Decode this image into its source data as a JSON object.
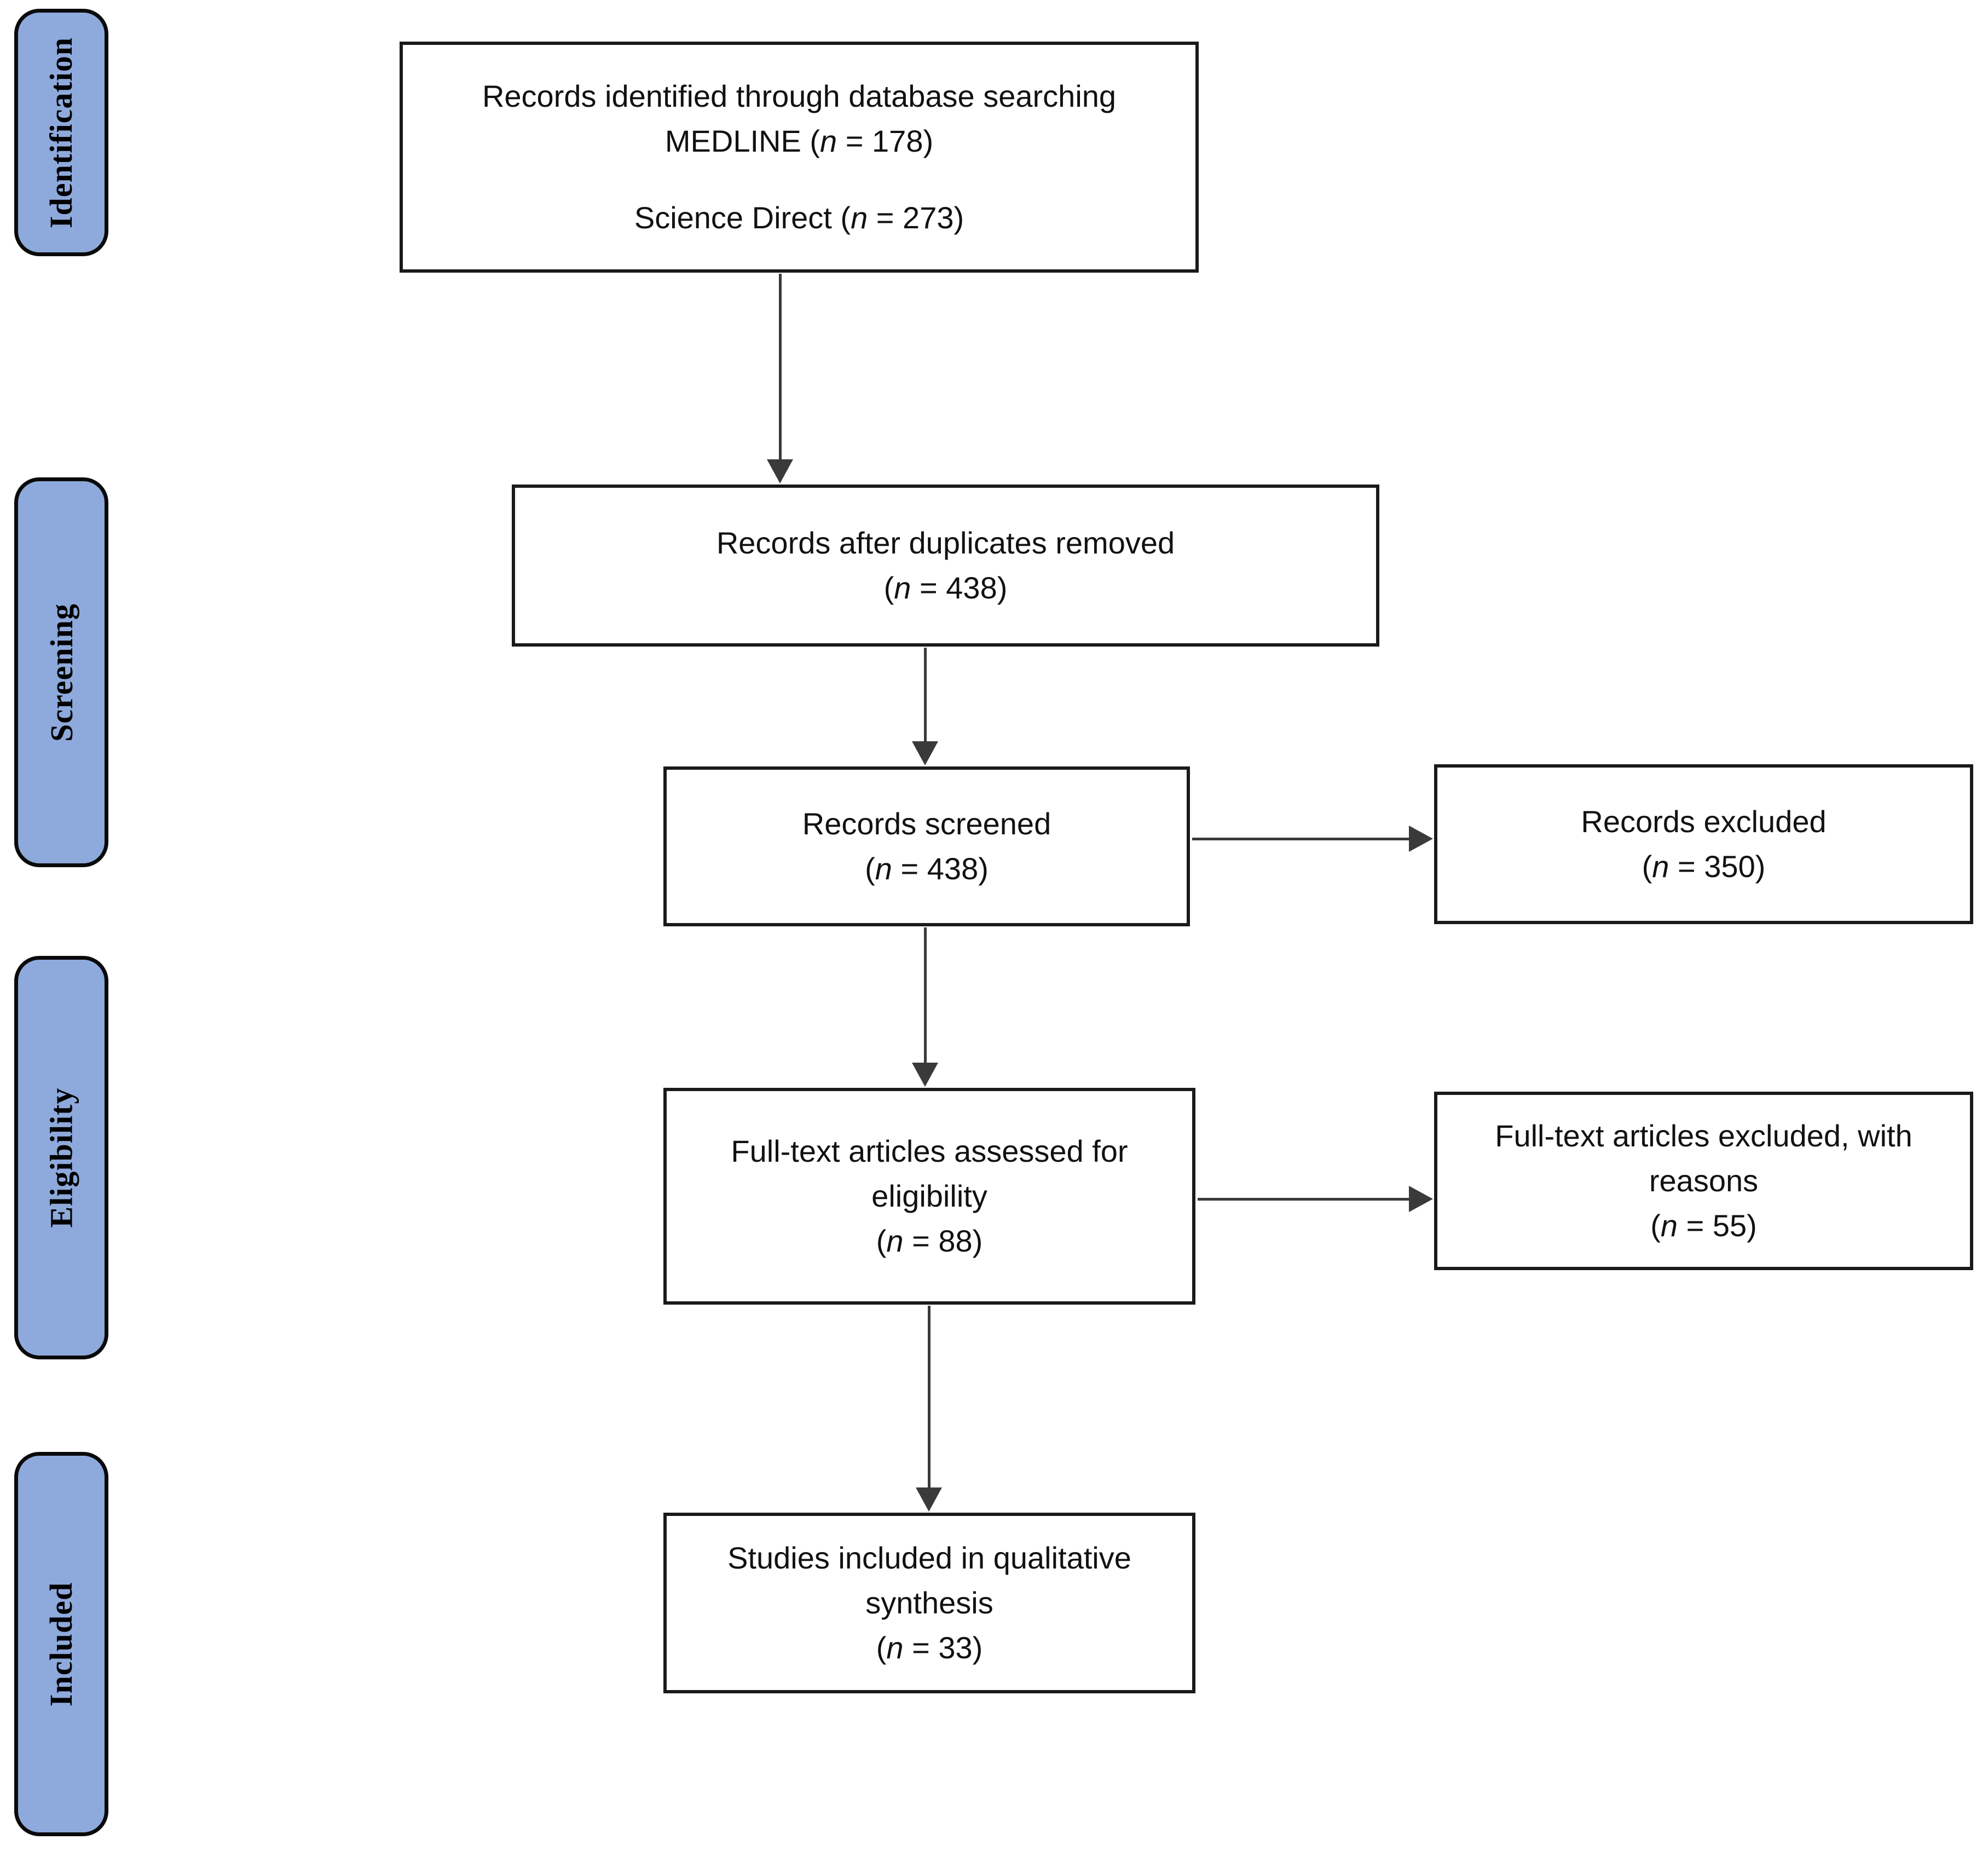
{
  "theme": {
    "stage_fill": "#8EA9DB",
    "stage_border": "#0a0a0a",
    "box_border": "#1a1a1a",
    "arrow_color": "#3a3a3a",
    "background": "#ffffff",
    "text_color": "#111111"
  },
  "diagram": {
    "type": "prisma-flow-diagram",
    "stages": [
      {
        "label": "Identification"
      },
      {
        "label": "Screening"
      },
      {
        "label": "Eligibility"
      },
      {
        "label": "Included"
      }
    ],
    "boxes": {
      "identified": {
        "title": "Records identified through database searching",
        "medline_pre": "MEDLINE (",
        "medline_var": "n",
        "medline_post": " = 178)",
        "science_pre": "Science Direct (",
        "science_var": "n",
        "science_post": " = 273)"
      },
      "duplicates": {
        "title": "Records after duplicates removed",
        "count_pre": "(",
        "count_var": "n",
        "count_post": " = 438)"
      },
      "screened": {
        "title": "Records screened",
        "count_pre": "(",
        "count_var": "n",
        "count_post": " = 438)"
      },
      "records_excluded": {
        "title": "Records excluded",
        "count_pre": "(",
        "count_var": "n",
        "count_post": " = 350)"
      },
      "assessed": {
        "title": "Full-text articles assessed for",
        "title2": "eligibility",
        "count_pre": "(",
        "count_var": "n",
        "count_post": " = 88)"
      },
      "fulltext_excluded": {
        "title": "Full-text articles excluded, with",
        "title2": "reasons",
        "count_pre": "(",
        "count_var": "n",
        "count_post": " = 55)"
      },
      "included": {
        "title": "Studies included in qualitative",
        "title2": "synthesis",
        "count_pre": "(",
        "count_var": "n",
        "count_post": " = 33)"
      }
    }
  }
}
